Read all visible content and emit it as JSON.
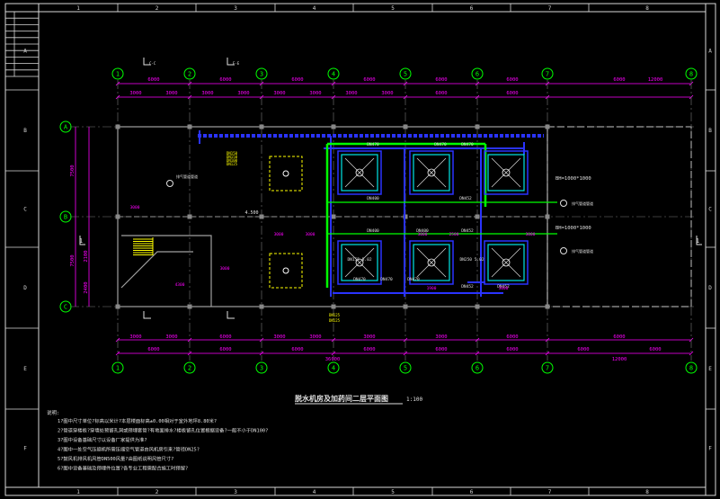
{
  "colors": {
    "background": "#000000",
    "frame": "#d8d8d8",
    "grid_bubble": "#00ff00",
    "grid_line": "#9a9a9a",
    "dimension": "#ff00ff",
    "wall": "#9a9a9a",
    "pipe_blue": "#2a33ff",
    "pipe_green": "#00ff00",
    "tank_cyan": "#00e5e5",
    "label_yellow": "#ffff00",
    "text_white": "#e0e0e0",
    "section_magenta": "#ff00ff"
  },
  "sheet": {
    "top_columns": [
      "1",
      "2",
      "3",
      "4",
      "5",
      "6",
      "7",
      "8"
    ],
    "side_rows": [
      "A",
      "B",
      "C",
      "D",
      "E",
      "F"
    ],
    "title_block_rows": [
      "",
      "",
      "",
      "",
      "",
      "",
      "",
      "",
      "",
      ""
    ]
  },
  "plan": {
    "grid_columns": [
      "1",
      "2",
      "3",
      "4",
      "5",
      "6",
      "7",
      "8"
    ],
    "grid_rows": [
      "A",
      "B",
      "C"
    ],
    "top_dim_outer": [
      "6000",
      "6000",
      "6000",
      "6000",
      "6000",
      "6000",
      "6000",
      "12000"
    ],
    "top_dim_inner": [
      "3000",
      "3000",
      "3000",
      "3000",
      "3000",
      "3000",
      "3000",
      "3000",
      "6000",
      "6000"
    ],
    "bottom_dim_inner": [
      "3000",
      "3000",
      "6000",
      "3000",
      "3000",
      "3000",
      "3000",
      "6000",
      "6000"
    ],
    "bottom_dim_outer": [
      "6000",
      "6000",
      "6000",
      "6000",
      "6000",
      "6000",
      "6000",
      "6000"
    ],
    "bottom_total": [
      "36000",
      "12000"
    ],
    "left_dims": [
      "7500",
      "7500",
      "2100",
      "2400"
    ],
    "section_marks": [
      "1",
      "1"
    ],
    "section_labels": [
      "C-C",
      "E-E"
    ],
    "pipe_tags": [
      "DN470",
      "DN470",
      "DN470",
      "DN400",
      "DN452",
      "DN400",
      "DN400",
      "DN452",
      "DN470",
      "DN470",
      "DN470",
      "DN452",
      "DN452"
    ],
    "side_notes": [
      "BH=1000*1000",
      "BH=1000*1000"
    ],
    "callout_left": "排气管道管道",
    "callout_right_1": "排气管道管道",
    "callout_right_2": "排气管道管道",
    "elevation_mark": "4.500",
    "yellow_labels": [
      "DN150",
      "DN150",
      "DN100",
      "DN125"
    ],
    "bottom_yellow_labels": [
      "DN125",
      "DN125"
    ],
    "tank_labels": [
      "DN155 5.02",
      "DN250 5.02"
    ],
    "misc_dims": [
      "3000",
      "4300",
      "3000",
      "3000",
      "3000",
      "3000",
      "2500",
      "3000",
      "1900",
      "3000"
    ]
  },
  "title": {
    "main": "脱水机房及加药间二层平面图",
    "scale": "1:100"
  },
  "notes": {
    "header": "说明:",
    "items": [
      "1?图中尺寸单位?标高以米计?本层楼面标高±0.00相对于室外地坪8.80米?",
      "2?管道穿楼板?穿墙处预留孔洞或预埋套管?有地面排水?楼板留孔位置根据设备?一般不小于DN100?",
      "3?图中设备基础尺寸以设备厂家提供为准?",
      "4?图中一处空气压缩机所需压缩空气管道由风机房引来?管径DN25?",
      "5?鼓风机排风机风管DN500风量?由图纸说明风管尺寸?",
      "6?图中设备基础及预埋件位置?各专业工程需配合施工时预留?"
    ]
  }
}
